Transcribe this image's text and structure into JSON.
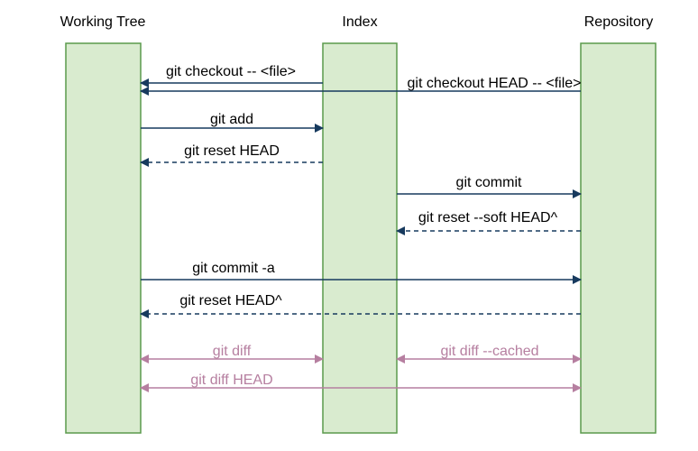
{
  "lanes": [
    {
      "id": "working-tree",
      "title": "Working Tree"
    },
    {
      "id": "index",
      "title": "Index"
    },
    {
      "id": "repository",
      "title": "Repository"
    }
  ],
  "colors": {
    "lane_fill": "#d9ebcf",
    "lane_border": "#5a9a4c",
    "command_arrow": "#173a5e",
    "diff_arrow": "#b67fa0",
    "command_text": "#000000",
    "diff_text": "#b67fa0"
  },
  "commands": [
    {
      "label": "git checkout -- <file>",
      "from": "index",
      "to": "working-tree",
      "style": "solid",
      "kind": "command"
    },
    {
      "label": "git checkout HEAD -- <file>",
      "from": "repository",
      "to": "working-tree",
      "style": "solid",
      "kind": "command"
    },
    {
      "label": "git add",
      "from": "working-tree",
      "to": "index",
      "style": "solid",
      "kind": "command"
    },
    {
      "label": "git reset HEAD",
      "from": "index",
      "to": "working-tree",
      "style": "dashed",
      "kind": "command"
    },
    {
      "label": "git commit",
      "from": "index",
      "to": "repository",
      "style": "solid",
      "kind": "command"
    },
    {
      "label": "git reset --soft HEAD^",
      "from": "repository",
      "to": "index",
      "style": "dashed",
      "kind": "command"
    },
    {
      "label": "git commit -a",
      "from": "working-tree",
      "to": "repository",
      "style": "solid",
      "kind": "command"
    },
    {
      "label": "git reset HEAD^",
      "from": "repository",
      "to": "working-tree",
      "style": "dashed",
      "kind": "command"
    },
    {
      "label": "git diff",
      "from": "working-tree",
      "to": "index",
      "style": "double",
      "kind": "diff"
    },
    {
      "label": "git diff --cached",
      "from": "index",
      "to": "repository",
      "style": "double",
      "kind": "diff"
    },
    {
      "label": "git diff HEAD",
      "from": "working-tree",
      "to": "repository",
      "style": "double",
      "kind": "diff"
    }
  ]
}
